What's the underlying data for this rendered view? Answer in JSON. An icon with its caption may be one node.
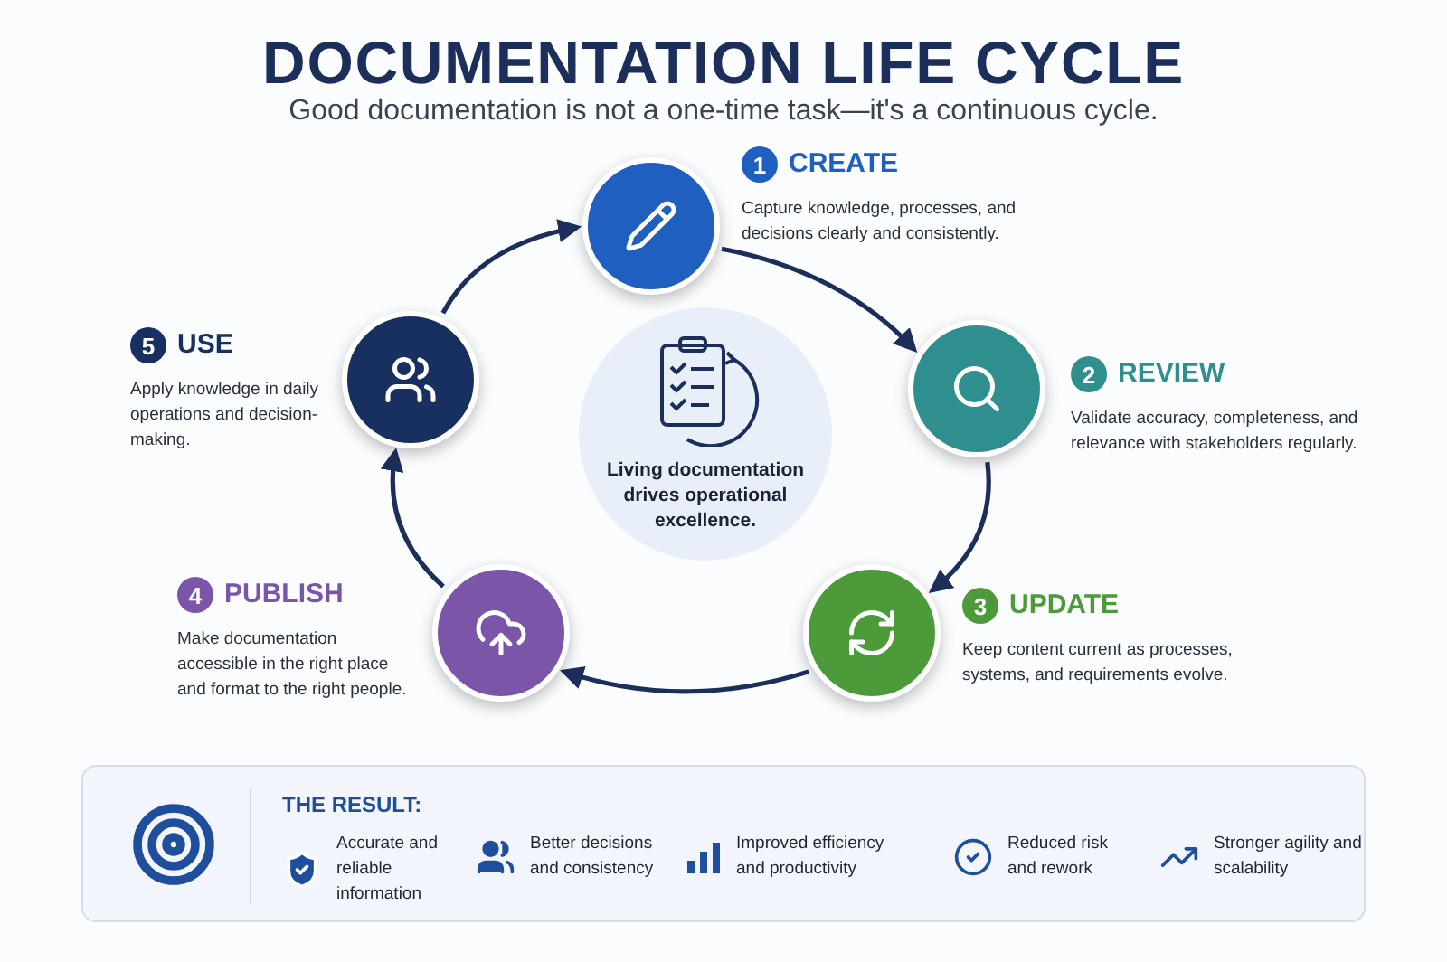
{
  "diagram": {
    "title": "DOCUMENTATION LIFE CYCLE",
    "caption": "Good documentation is not a one-time task—it's a continuous cycle.",
    "nodes": [
      {
        "text": [],
        "shape": "circle",
        "beside": [
          "1",
          "CREATE",
          "Capture knowledge, processes, and decisions clearly and consistently."
        ]
      },
      {
        "text": [],
        "shape": "circle",
        "beside": [
          "2",
          "REVIEW",
          "Validate accuracy, completeness, and relevance with stakeholders regularly."
        ]
      },
      {
        "text": [],
        "shape": "circle",
        "beside": [
          "3",
          "UPDATE",
          "Keep content current as processes, systems, and requirements evolve."
        ]
      },
      {
        "text": [],
        "shape": "circle",
        "beside": [
          "4",
          "PUBLISH",
          "Make documentation accessible in the right place and format to the right people."
        ]
      },
      {
        "text": [],
        "shape": "circle",
        "beside": [
          "5",
          "USE",
          "Apply knowledge in daily operations and decision-making."
        ]
      },
      {
        "text": [
          "Living documentation drives operational excellence."
        ]
      },
      {
        "text": [
          "THE RESULT:"
        ]
      }
    ],
    "edges": [
      {
        "from": 0,
        "to": 1,
        "arrow": "to"
      },
      {
        "from": 1,
        "to": 2,
        "arrow": "to"
      },
      {
        "from": 2,
        "to": 3,
        "arrow": "to"
      },
      {
        "from": 3,
        "to": 4,
        "arrow": "to"
      },
      {
        "from": 4,
        "to": 0,
        "arrow": "to"
      }
    ],
    "labels": [
      "Accurate and reliable information",
      "Better decisions and consistency",
      "Improved efficiency and productivity",
      "Reduced risk and rework",
      "Stronger agility and scalability"
    ]
  }
}
